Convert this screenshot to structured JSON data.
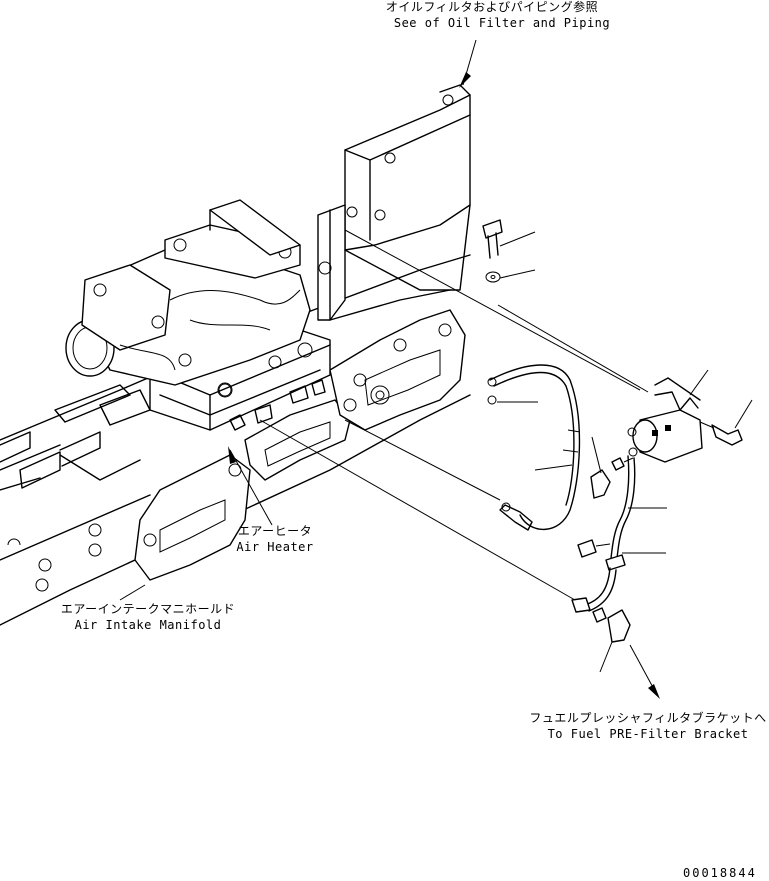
{
  "labels": {
    "oil_filter_jp": "オイルフィルタおよびパイピング参照",
    "oil_filter_en": "See of Oil Filter and Piping",
    "air_heater_jp": "エアーヒータ",
    "air_heater_en": "Air Heater",
    "manifold_jp": "エアーインテークマニホールド",
    "manifold_en": "Air Intake Manifold",
    "fuel_bracket_jp": "フュエルプレッシャフィルタブラケットへ",
    "fuel_bracket_en": "To Fuel PRE-Filter Bracket",
    "drawing_number": "00018844"
  }
}
